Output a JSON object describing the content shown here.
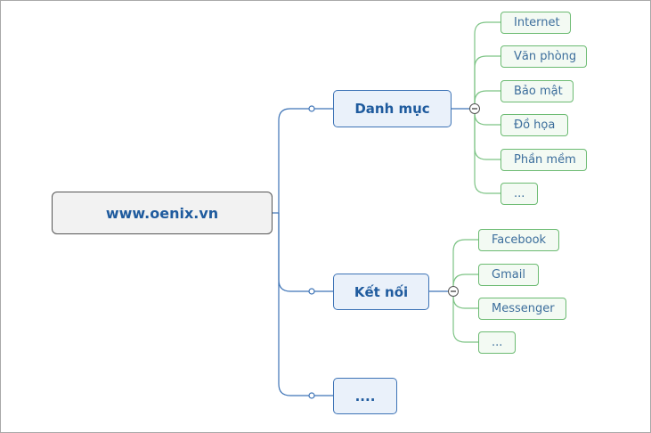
{
  "root": {
    "label": "www.oenix.vn"
  },
  "branches": [
    {
      "label": "Danh mục",
      "children": [
        "Internet",
        "Văn phòng",
        "Bảo mật",
        "Đồ họa",
        "Phần mềm",
        "..."
      ]
    },
    {
      "label": "Kết nối",
      "children": [
        "Facebook",
        "Gmail",
        "Messenger",
        "..."
      ]
    },
    {
      "label": "...."
    }
  ],
  "colors": {
    "main_connector": "#3d73b6",
    "leaf_connector": "#7cc384",
    "root_border": "#555555",
    "leaf_border": "#6cbb72"
  }
}
